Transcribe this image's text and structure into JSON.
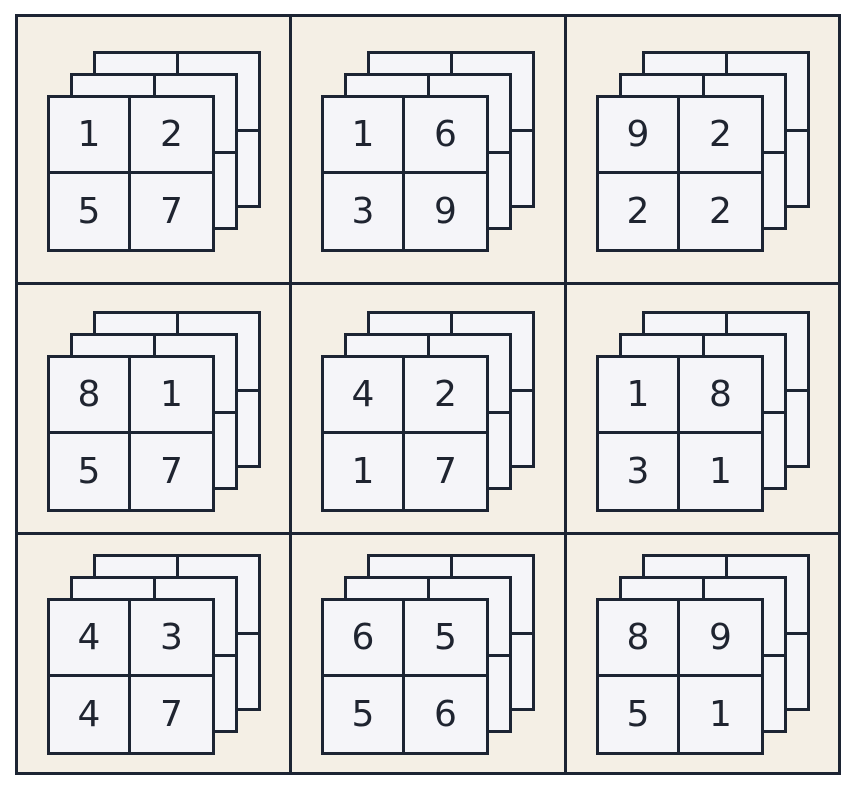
{
  "board": {
    "tiles": [
      {
        "values": [
          "1",
          "2",
          "5",
          "7"
        ]
      },
      {
        "values": [
          "1",
          "6",
          "3",
          "9"
        ]
      },
      {
        "values": [
          "9",
          "2",
          "2",
          "2"
        ]
      },
      {
        "values": [
          "8",
          "1",
          "5",
          "7"
        ]
      },
      {
        "values": [
          "4",
          "2",
          "1",
          "7"
        ]
      },
      {
        "values": [
          "1",
          "8",
          "3",
          "1"
        ]
      },
      {
        "values": [
          "4",
          "3",
          "4",
          "7"
        ]
      },
      {
        "values": [
          "6",
          "5",
          "5",
          "6"
        ]
      },
      {
        "values": [
          "8",
          "9",
          "5",
          "1"
        ]
      }
    ]
  },
  "colors": {
    "grid_line": "#1c2433",
    "board_background": "#f4efe5",
    "card_background": "#f5f5f9",
    "digit": "#1f2430"
  }
}
